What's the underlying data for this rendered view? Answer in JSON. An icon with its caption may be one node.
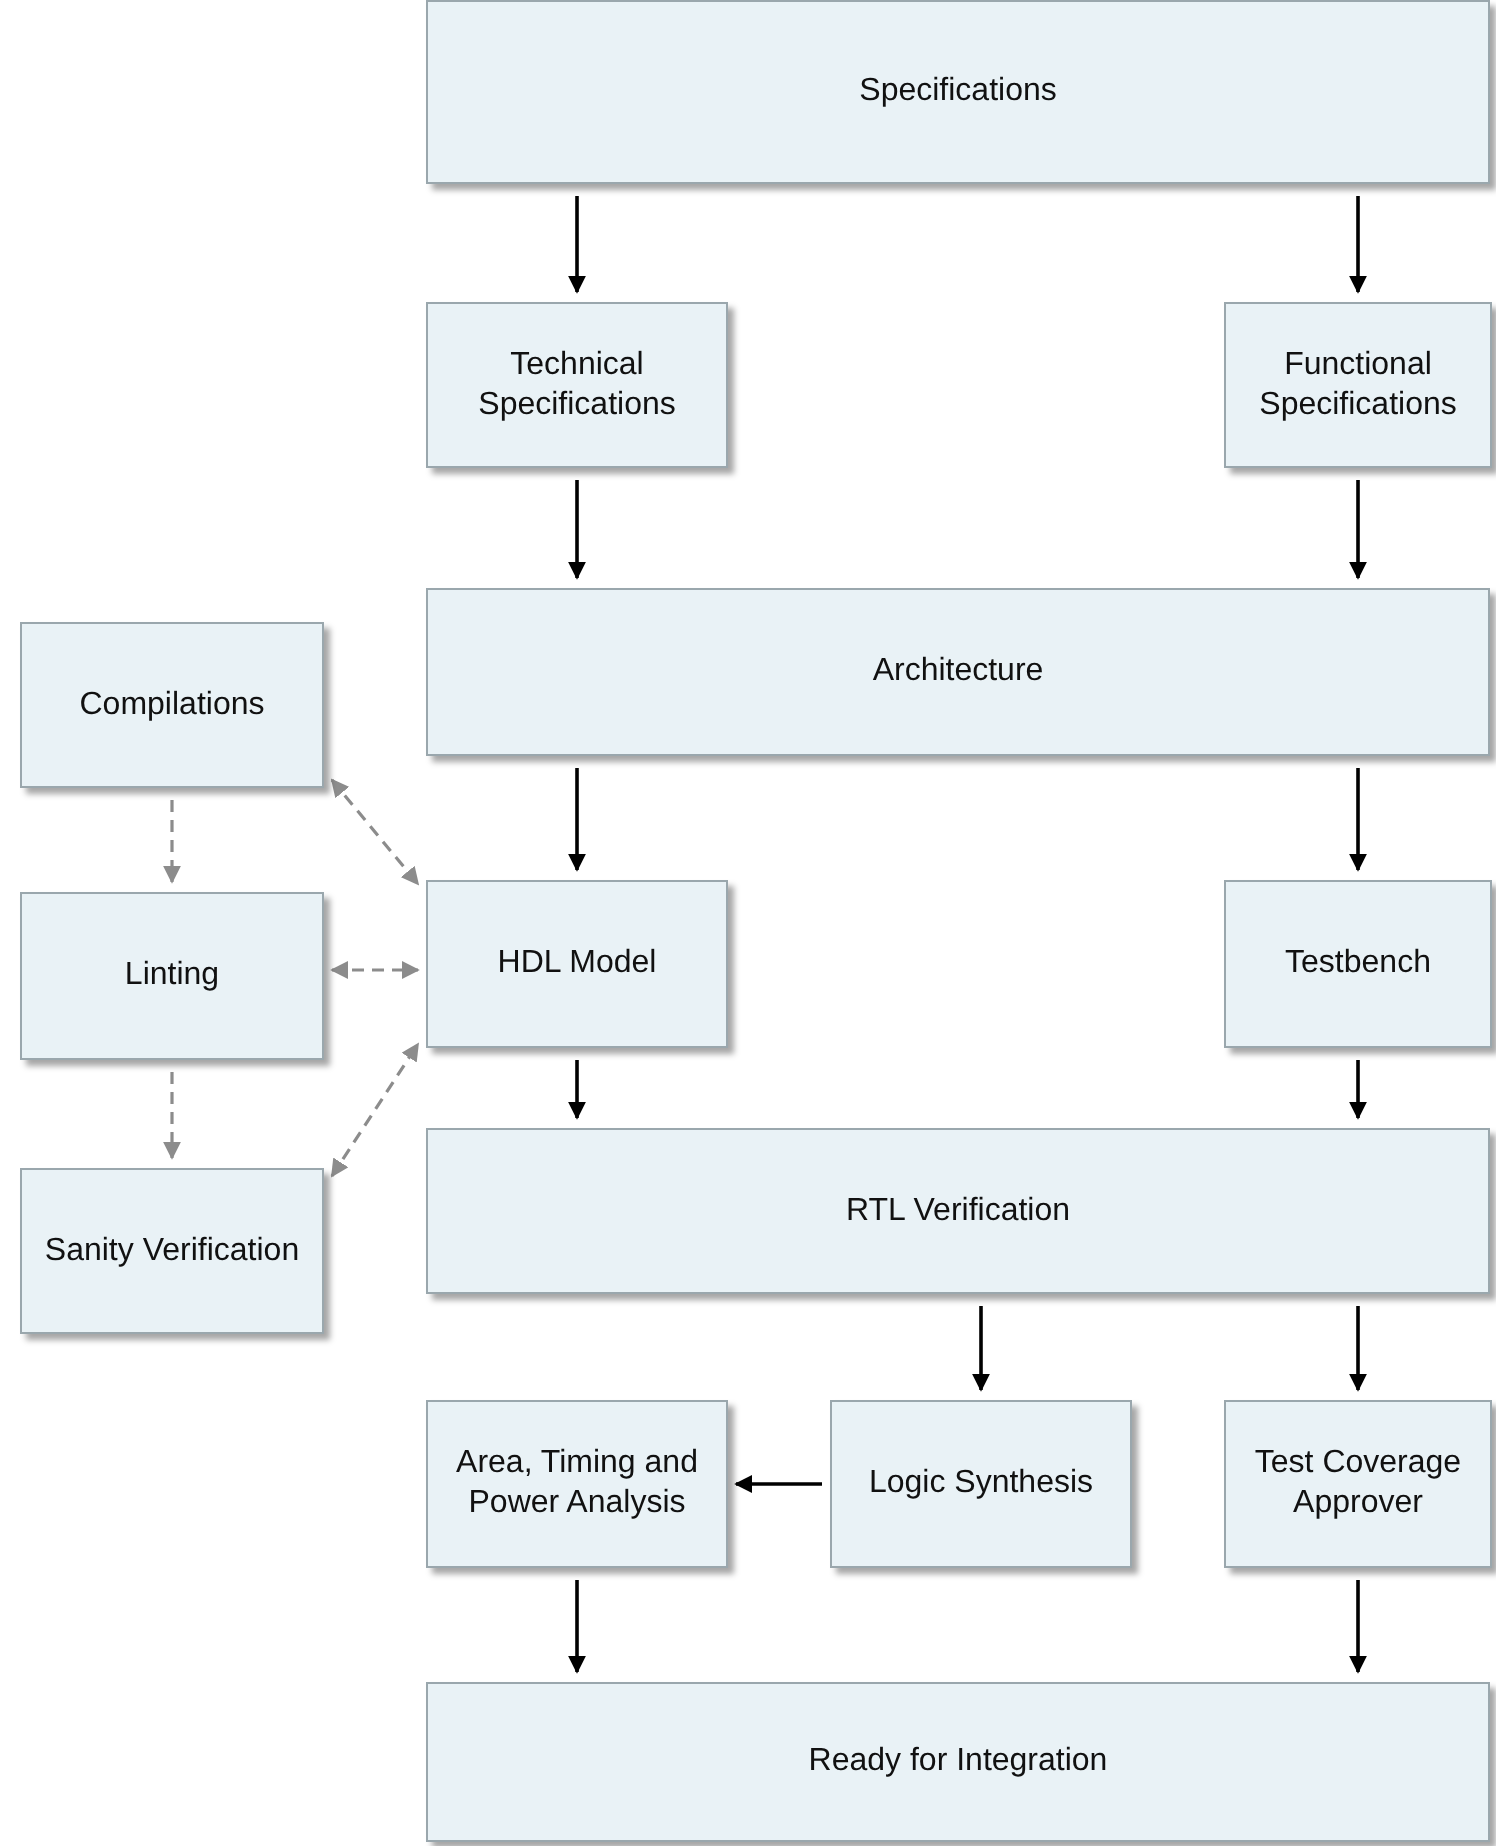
{
  "diagram": {
    "nodes": [
      {
        "text": [
          "Specifications"
        ]
      },
      {
        "text": [
          "Technical Specifications"
        ]
      },
      {
        "text": [
          "Functional Specifications"
        ]
      },
      {
        "text": [
          "Architecture"
        ]
      },
      {
        "text": [
          "Compilations"
        ]
      },
      {
        "text": [
          "HDL Model"
        ]
      },
      {
        "text": [
          "Testbench"
        ]
      },
      {
        "text": [
          "Linting"
        ]
      },
      {
        "text": [
          "RTL Verification"
        ]
      },
      {
        "text": [
          "Sanity Verification"
        ]
      },
      {
        "text": [
          "Area, Timing and Power Analysis"
        ]
      },
      {
        "text": [
          "Logic Synthesis"
        ]
      },
      {
        "text": [
          "Test Coverage Approver"
        ]
      },
      {
        "text": [
          "Ready for Integration"
        ]
      }
    ],
    "edges": [
      {
        "from": 0,
        "to": 1,
        "arrow": "to"
      },
      {
        "from": 0,
        "to": 2,
        "arrow": "to"
      },
      {
        "from": 1,
        "to": 3,
        "arrow": "to"
      },
      {
        "from": 2,
        "to": 3,
        "arrow": "to"
      },
      {
        "from": 3,
        "to": 5,
        "arrow": "to"
      },
      {
        "from": 3,
        "to": 6,
        "arrow": "to"
      },
      {
        "from": 5,
        "to": 8,
        "arrow": "to"
      },
      {
        "from": 6,
        "to": 8,
        "arrow": "to"
      },
      {
        "from": 8,
        "to": 11,
        "arrow": "to"
      },
      {
        "from": 8,
        "to": 12,
        "arrow": "to"
      },
      {
        "from": 11,
        "to": 10,
        "arrow": "to"
      },
      {
        "from": 10,
        "to": 13,
        "arrow": "to"
      },
      {
        "from": 12,
        "to": 13,
        "arrow": "to"
      },
      {
        "from": 4,
        "to": 7,
        "arrow": "to",
        "style": "dashed",
        "color": "#8c8c8c"
      },
      {
        "from": 7,
        "to": 9,
        "arrow": "to",
        "style": "dashed",
        "color": "#8c8c8c"
      },
      {
        "from": 4,
        "to": 5,
        "arrow": "both",
        "style": "dashed",
        "color": "#8c8c8c"
      },
      {
        "from": 7,
        "to": 5,
        "arrow": "both",
        "style": "dashed",
        "color": "#8c8c8c"
      },
      {
        "from": 9,
        "to": 5,
        "arrow": "both",
        "style": "dashed",
        "color": "#8c8c8c"
      }
    ]
  }
}
